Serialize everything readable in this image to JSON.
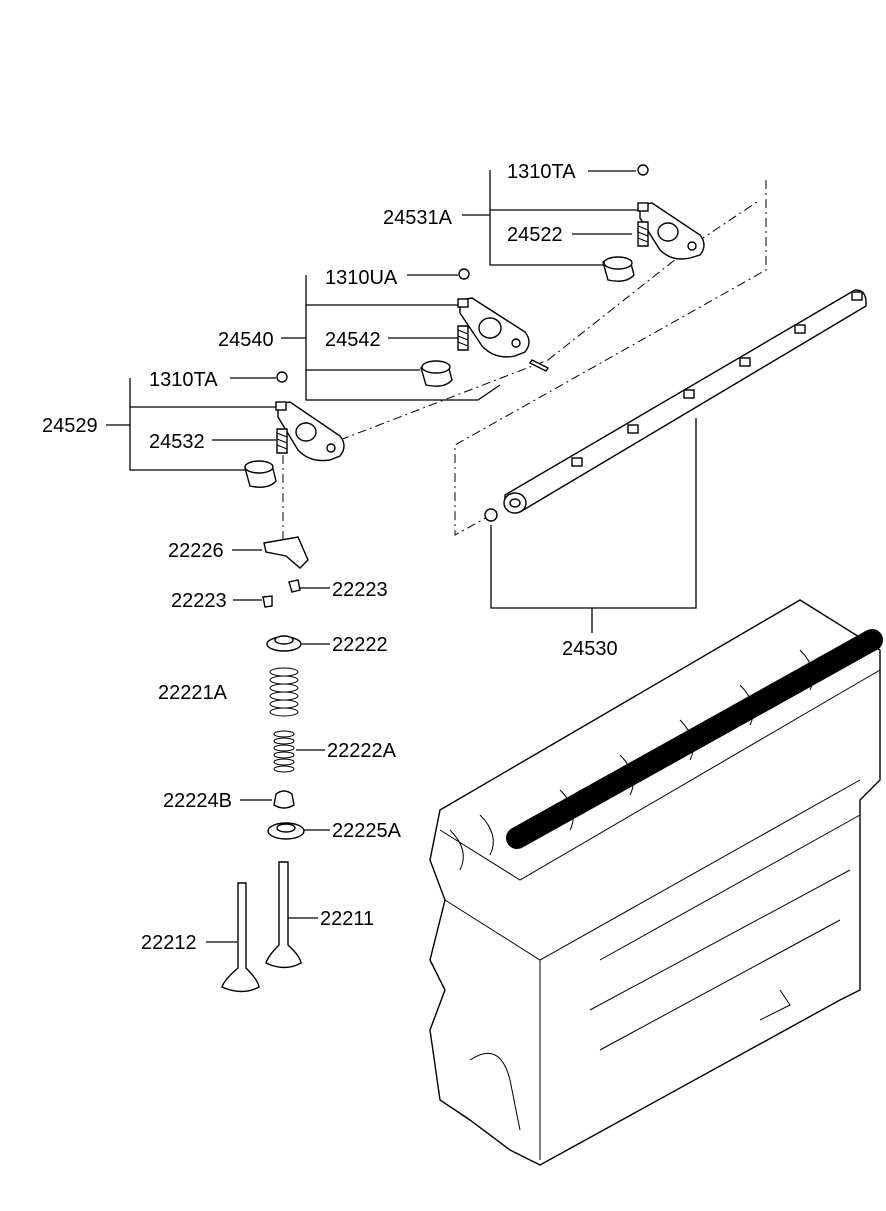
{
  "labels": {
    "l1310ta_top": "1310TA",
    "l24531a": "24531A",
    "l24522": "24522",
    "l1310ua": "1310UA",
    "l24540": "24540",
    "l24542": "24542",
    "l1310ta_left": "1310TA",
    "l24529": "24529",
    "l24532": "24532",
    "l22226": "22226",
    "l22223_right": "22223",
    "l22223_left": "22223",
    "l22222": "22222",
    "l22221a": "22221A",
    "l22222a": "22222A",
    "l22224b": "22224B",
    "l22225a": "22225A",
    "l22211": "22211",
    "l22212": "22212",
    "l24530": "24530"
  },
  "colors": {
    "line": "#000000",
    "background": "#ffffff"
  }
}
